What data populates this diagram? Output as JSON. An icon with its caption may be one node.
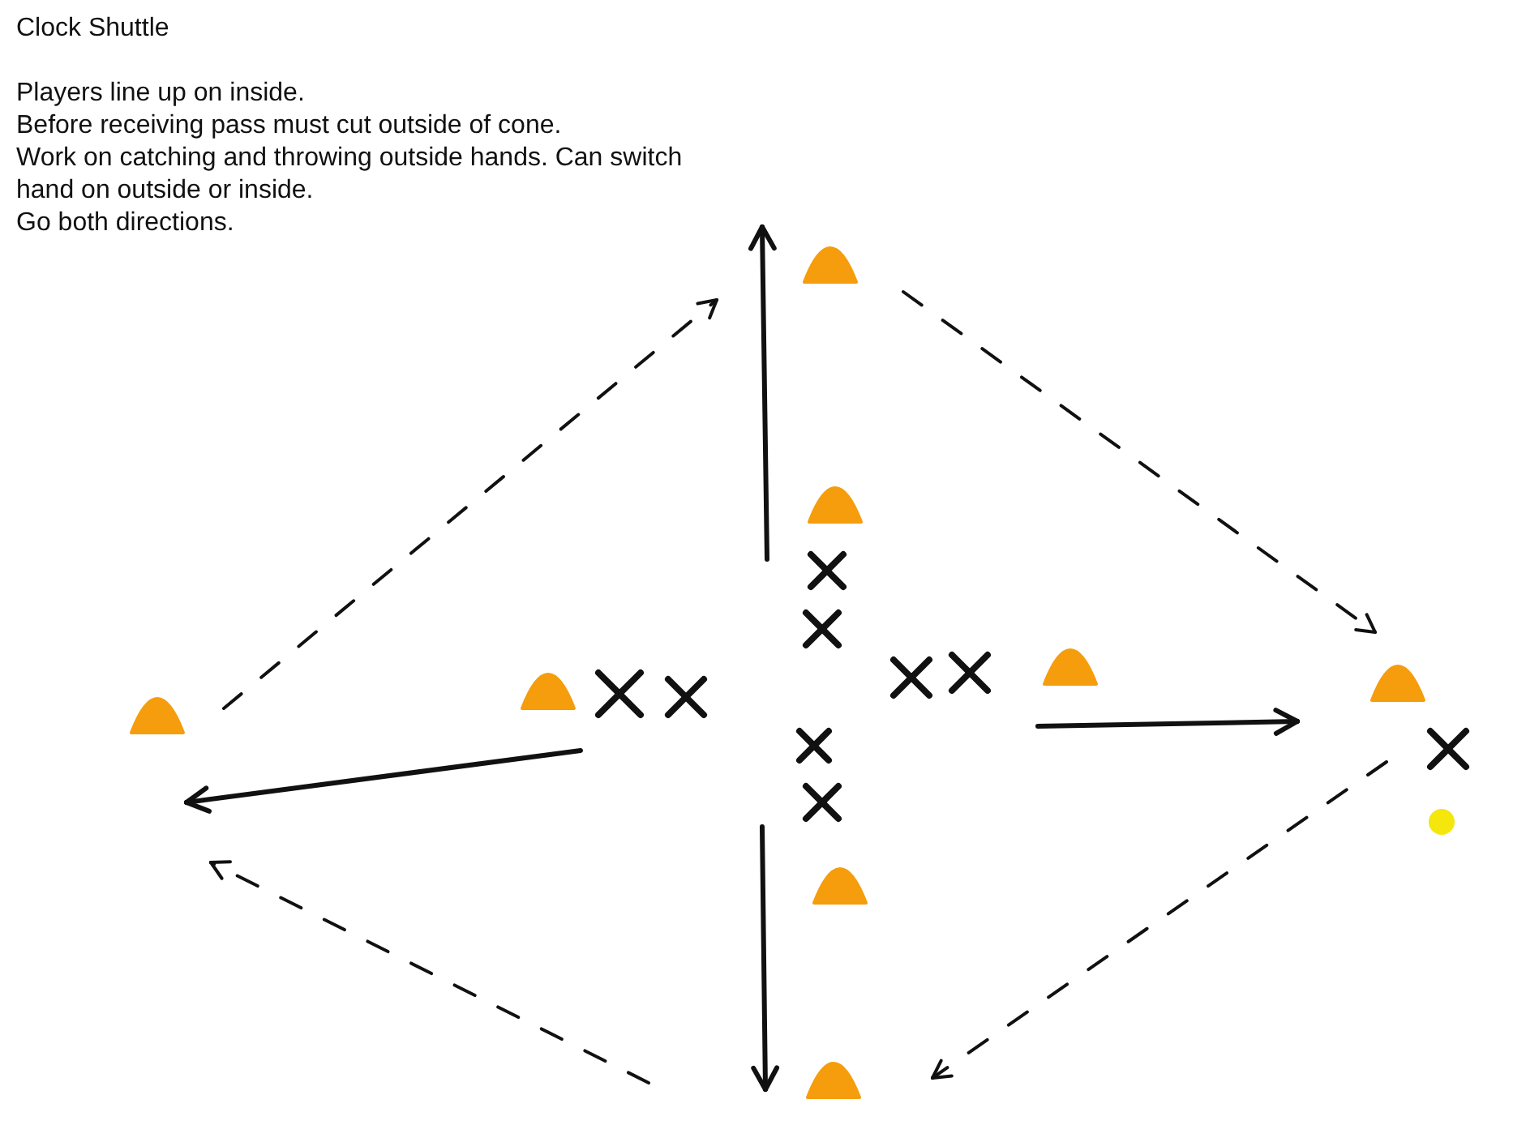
{
  "diagram": {
    "title": "Clock Shuttle",
    "labels": [
      "Players line up on inside.",
      "Before receiving pass must cut outside of cone.",
      "Work on catching and throwing outside hands. Can switch hand on outside or inside.",
      "Go both directions."
    ]
  }
}
